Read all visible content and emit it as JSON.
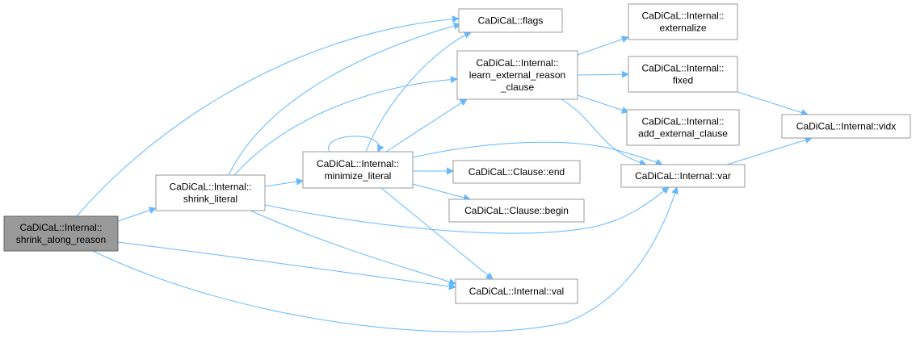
{
  "graph": {
    "type": "call-graph",
    "colors": {
      "edge": "#63b8ff",
      "node_border": "#999999",
      "node_fill": "#ffffff",
      "root_fill": "#999999"
    },
    "nodes": {
      "shrink_along_reason": {
        "lines": [
          "CaDiCaL::Internal::",
          "shrink_along_reason"
        ],
        "root": true
      },
      "shrink_literal": {
        "lines": [
          "CaDiCaL::Internal::",
          "shrink_literal"
        ]
      },
      "minimize_literal": {
        "lines": [
          "CaDiCaL::Internal::",
          "minimize_literal"
        ]
      },
      "flags": {
        "lines": [
          "CaDiCaL::flags"
        ]
      },
      "learn_external_reason_clause": {
        "lines": [
          "CaDiCaL::Internal::",
          "learn_external_reason",
          "_clause"
        ]
      },
      "externalize": {
        "lines": [
          "CaDiCaL::Internal::",
          "externalize"
        ]
      },
      "fixed": {
        "lines": [
          "CaDiCaL::Internal::",
          "fixed"
        ]
      },
      "add_external_clause": {
        "lines": [
          "CaDiCaL::Internal::",
          "add_external_clause"
        ]
      },
      "clause_end": {
        "lines": [
          "CaDiCaL::Clause::end"
        ]
      },
      "clause_begin": {
        "lines": [
          "CaDiCaL::Clause::begin"
        ]
      },
      "var": {
        "lines": [
          "CaDiCaL::Internal::var"
        ]
      },
      "vidx": {
        "lines": [
          "CaDiCaL::Internal::vidx"
        ]
      },
      "val": {
        "lines": [
          "CaDiCaL::Internal::val"
        ]
      }
    },
    "edges": [
      [
        "shrink_along_reason",
        "flags"
      ],
      [
        "shrink_along_reason",
        "shrink_literal"
      ],
      [
        "shrink_along_reason",
        "val"
      ],
      [
        "shrink_along_reason",
        "var"
      ],
      [
        "shrink_literal",
        "flags"
      ],
      [
        "shrink_literal",
        "learn_external_reason_clause"
      ],
      [
        "shrink_literal",
        "minimize_literal"
      ],
      [
        "shrink_literal",
        "val"
      ],
      [
        "shrink_literal",
        "var"
      ],
      [
        "minimize_literal",
        "minimize_literal"
      ],
      [
        "minimize_literal",
        "flags"
      ],
      [
        "minimize_literal",
        "learn_external_reason_clause"
      ],
      [
        "minimize_literal",
        "clause_end"
      ],
      [
        "minimize_literal",
        "clause_begin"
      ],
      [
        "minimize_literal",
        "var"
      ],
      [
        "minimize_literal",
        "val"
      ],
      [
        "learn_external_reason_clause",
        "externalize"
      ],
      [
        "learn_external_reason_clause",
        "fixed"
      ],
      [
        "learn_external_reason_clause",
        "add_external_clause"
      ],
      [
        "learn_external_reason_clause",
        "var"
      ],
      [
        "fixed",
        "vidx"
      ],
      [
        "var",
        "vidx"
      ]
    ]
  }
}
